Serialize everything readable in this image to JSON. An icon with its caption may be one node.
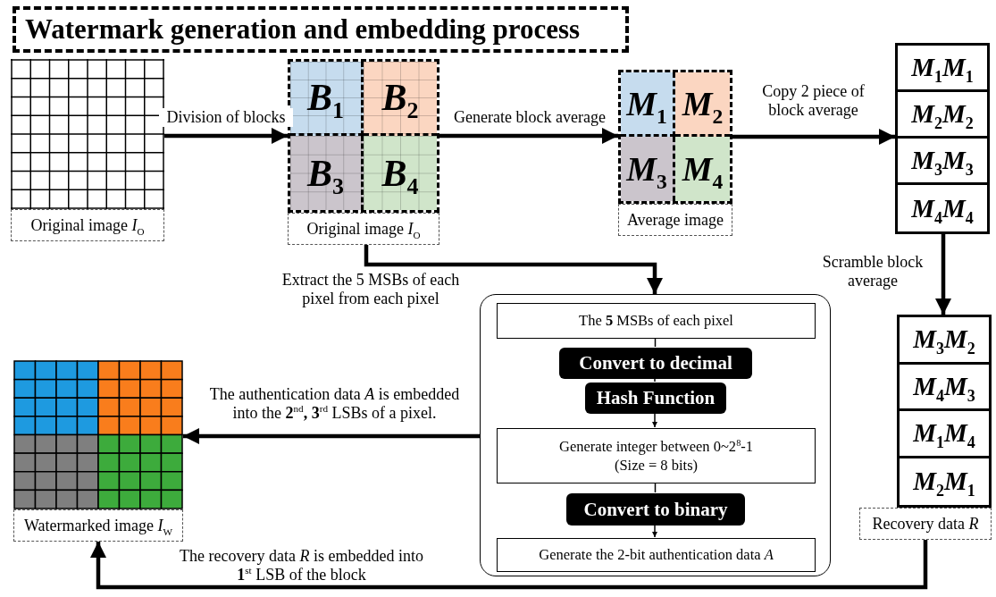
{
  "diagram": {
    "title": "Watermark generation and embedding process",
    "nodes": [
      {
        "text": [
          "Original image *I*$_{O}$"
        ]
      },
      {
        "text": [],
        "shape": "box"
      },
      {
        "text": [
          "*B*$_{1}$"
        ],
        "in": 1
      },
      {
        "text": [
          "*B*$_{2}$"
        ],
        "in": 1
      },
      {
        "text": [
          "*B*$_{3}$"
        ],
        "in": 1
      },
      {
        "text": [
          "*B*$_{4}$"
        ],
        "in": 1
      },
      {
        "text": [
          "Average image"
        ]
      },
      {
        "text": [
          "*M*$_{1}$"
        ],
        "in": 6
      },
      {
        "text": [
          "*M*$_{2}$"
        ],
        "in": 6
      },
      {
        "text": [
          "*M*$_{3}$"
        ],
        "in": 6
      },
      {
        "text": [
          "*M*$_{4}$"
        ],
        "in": 6
      },
      {
        "text": [],
        "shape": "box"
      },
      {
        "text": [
          "*M*$_{1}$*M*$_{1}$"
        ],
        "in": 11
      },
      {
        "text": [
          "*M*$_{2}$*M*$_{2}$"
        ],
        "in": 11
      },
      {
        "text": [
          "*M*$_{3}$*M*$_{3}$"
        ],
        "in": 11
      },
      {
        "text": [
          "*M*$_{4}$*M*$_{4}$"
        ],
        "in": 11
      },
      {
        "text": [],
        "shape": "box"
      },
      {
        "text": [
          "*M*$_{3}$*M*$_{2}$"
        ],
        "in": 16
      },
      {
        "text": [
          "*M*$_{4}$*M*$_{3}$"
        ],
        "in": 16
      },
      {
        "text": [
          "*M*$_{1}$*M*$_{4}$"
        ],
        "in": 16
      },
      {
        "text": [
          "*M*$_{2}$*M*$_{1}$"
        ],
        "in": 16
      },
      {
        "text": [],
        "shape": "box"
      },
      {
        "text": [
          "The **5** MSBs of each pixel"
        ],
        "in": 21
      },
      {
        "text": [
          "Convert to decimal"
        ],
        "in": 21
      },
      {
        "text": [
          "Hash Function"
        ],
        "in": 21
      },
      {
        "text": [
          "Generate integer between 0~2$^{8}$-1 (Size = 8 bits)"
        ],
        "in": 21
      },
      {
        "text": [
          "Convert to binary"
        ],
        "in": 21
      },
      {
        "text": [
          "Generate the 2-bit authentication data *A*"
        ],
        "in": 21
      },
      {
        "text": [
          "Watermarked image *I*$_{W}$"
        ]
      },
      {
        "text": [
          "Original image *I*$_{O}$"
        ]
      },
      {
        "text": [
          "Recovery data *R*"
        ]
      }
    ],
    "edges": [
      {
        "from": 0,
        "to": 1,
        "arrow": "to",
        "label": "Division of blocks"
      },
      {
        "from": 1,
        "to": 6,
        "arrow": "to",
        "label": "Generate block average"
      },
      {
        "from": 6,
        "to": 11,
        "arrow": "to",
        "label": "Copy 2 piece of block average"
      },
      {
        "from": 11,
        "to": 16,
        "arrow": "to",
        "label": "Scramble block average"
      },
      {
        "from": 29,
        "to": 21,
        "arrow": "to",
        "label": "Extract the 5 MSBs of each pixel from each pixel"
      },
      {
        "from": 22,
        "to": 23,
        "arrow": "none"
      },
      {
        "from": 23,
        "to": 24,
        "arrow": "none"
      },
      {
        "from": 24,
        "to": 25,
        "arrow": "to"
      },
      {
        "from": 25,
        "to": 26,
        "arrow": "none"
      },
      {
        "from": 26,
        "to": 27,
        "arrow": "to"
      },
      {
        "from": 21,
        "to": 28,
        "arrow": "to",
        "label": "The authentication data *A* is embedded into the **2**$^{nd}$**, 3**$^{rd}$ LSBs of a pixel."
      },
      {
        "from": 30,
        "to": 28,
        "arrow": "to",
        "label": "The recovery data *R* is embedded into **1**$^{st}$ LSB of  the block"
      }
    ]
  }
}
